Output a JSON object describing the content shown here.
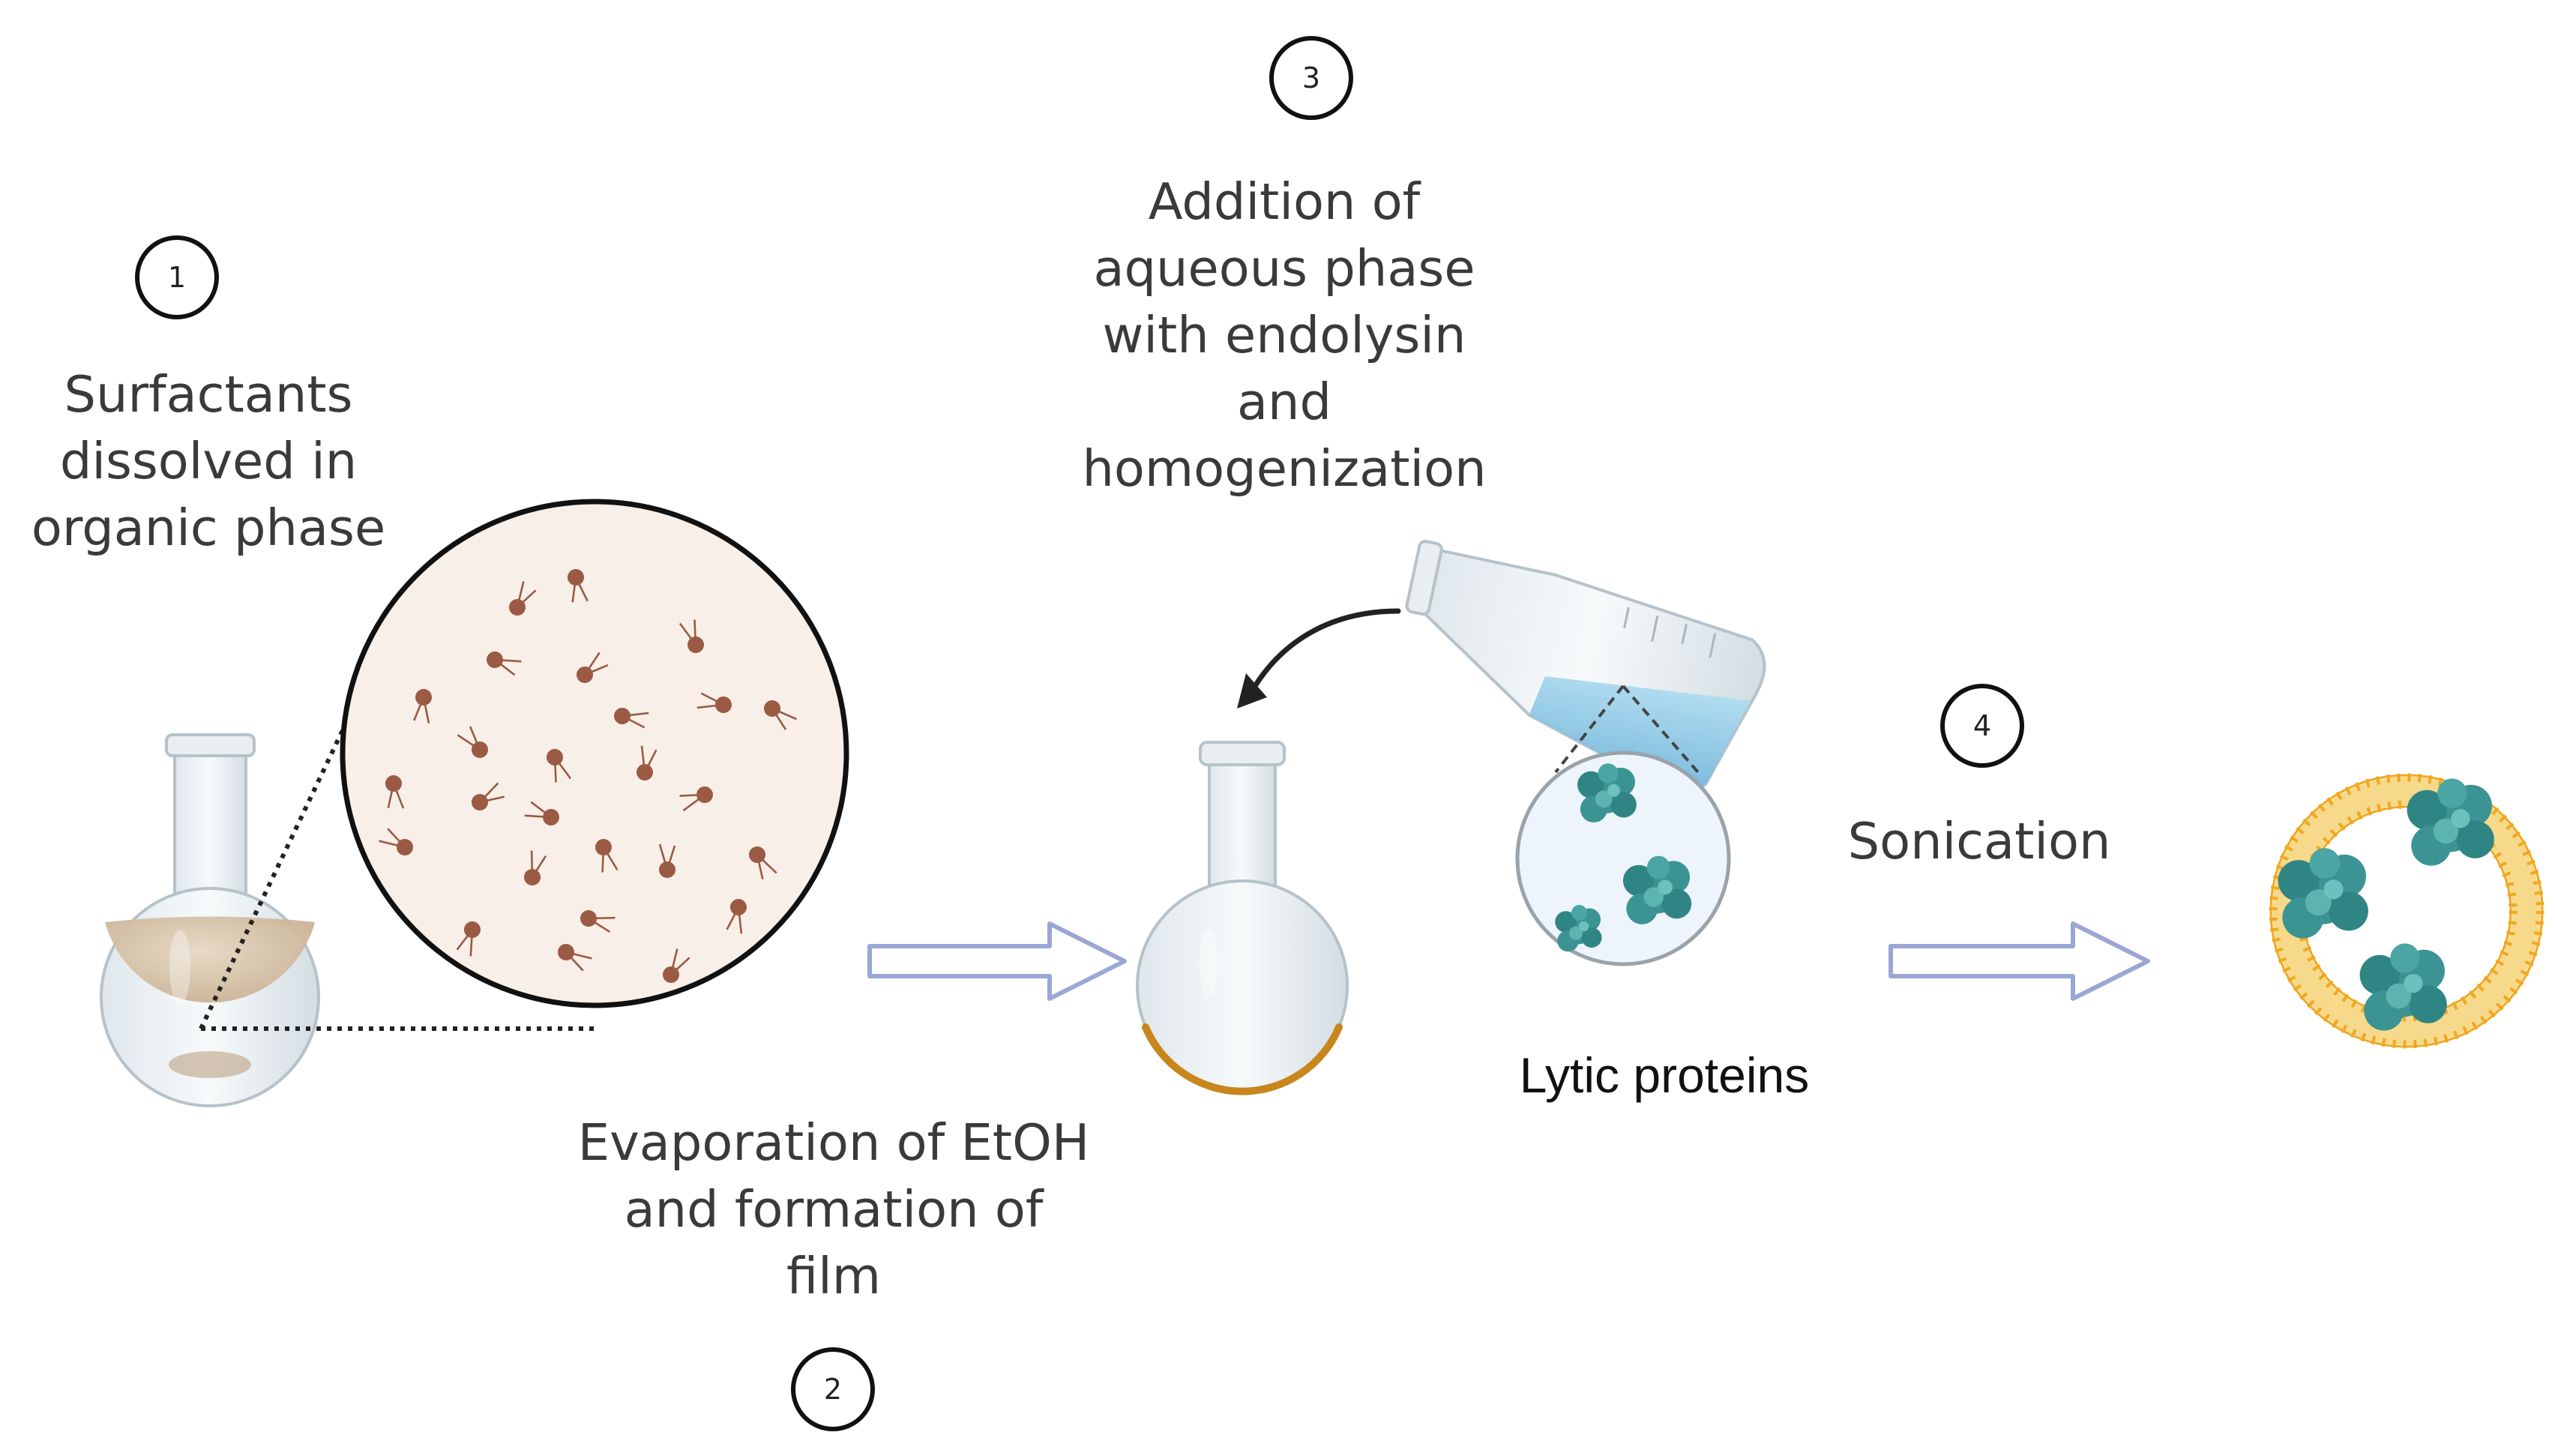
{
  "steps": [
    {
      "number": "1",
      "label_lines": [
        "Surfactants",
        "dissolved in",
        "organic phase"
      ]
    },
    {
      "number": "2",
      "label_lines": [
        "Evaporation of EtOH",
        "and formation of",
        "film"
      ]
    },
    {
      "number": "3",
      "label_lines": [
        "Addition of",
        "aqueous phase",
        "with endolysin",
        "and",
        "homogenization"
      ]
    },
    {
      "number": "4",
      "label_lines": [
        "Sonication"
      ]
    }
  ],
  "protein_label": "Lytic proteins",
  "icons": [
    "round-bottom-flask-organic",
    "surfactant-zoom-circle",
    "process-arrow",
    "round-bottom-flask-film",
    "erlenmeyer-flask-pouring",
    "curved-pour-arrow",
    "protein-zoom-circle",
    "liposome-with-proteins"
  ],
  "colors": {
    "organic_liquid": "#d8c6ae",
    "surfactant_head": "#9a5a43",
    "film": "#c9861c",
    "aqueous": "#8ec9e8",
    "protein": "#3b9493",
    "lipid": "#f0a820",
    "process_arrow": "#9aa6d4"
  }
}
